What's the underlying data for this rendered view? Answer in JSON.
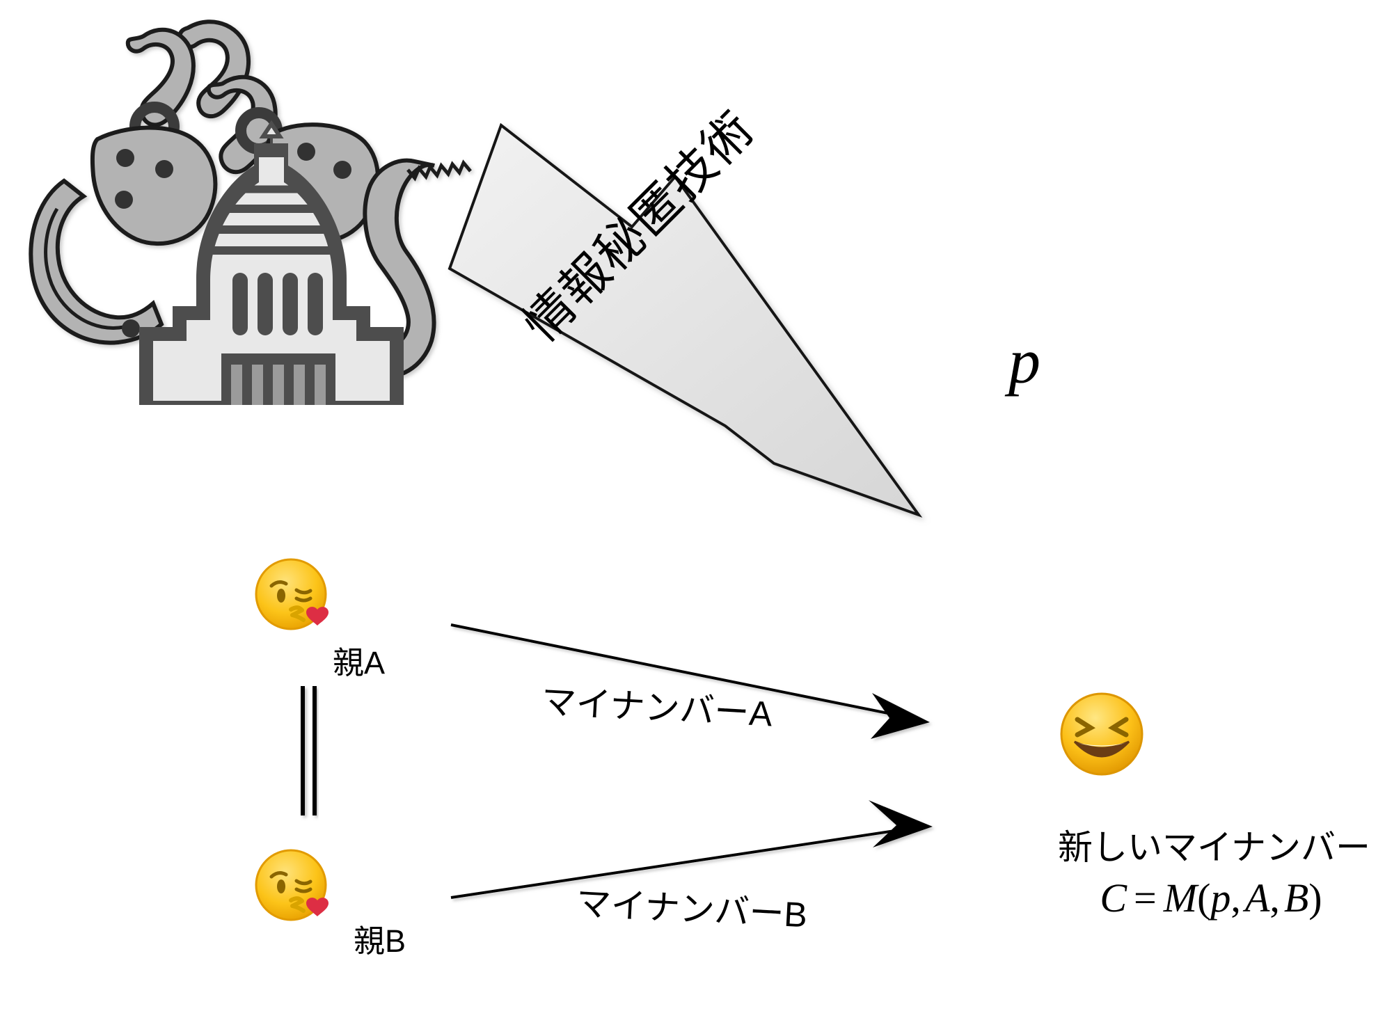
{
  "diagram": {
    "title_text_on_arrow": "情報秘匿技術",
    "secret_param_label": "p",
    "parents": [
      {
        "id": "a",
        "emoji_name": "kissing-face-with-heart",
        "label": "親A",
        "transfer_label": "マイナンバーA"
      },
      {
        "id": "b",
        "emoji_name": "kissing-face-with-heart",
        "label": "親B",
        "transfer_label": "マイナンバーB"
      }
    ],
    "child": {
      "emoji_name": "grinning-squinting-face",
      "result_title": "新しいマイナンバー",
      "formula": "C = M( p, A, B )",
      "formula_parts": {
        "lhs": "C",
        "eq": "=",
        "fn": "M",
        "open": "(",
        "arg1": "p",
        "comma1": ",",
        "arg2": "A",
        "comma2": ",",
        "arg3": "B",
        "close": ")"
      }
    },
    "illustration": {
      "name": "handcuffed-national-diet-building",
      "parts": [
        "handcuffs",
        "national-diet-building"
      ]
    },
    "marriage_link": "double-vertical-line"
  },
  "colors": {
    "arrow_fill": "#e0e0e0",
    "arrow_stroke": "#141414",
    "handcuff_fill": "#aaaaaa",
    "handcuff_stroke": "#1a1a1a",
    "building_outline": "#4d4d4d",
    "building_fill": "#e8e8e8",
    "emoji_yellow": "#ffcc4d",
    "emoji_heart": "#dd2e44",
    "line_black": "#000000",
    "background": "#ffffff"
  }
}
